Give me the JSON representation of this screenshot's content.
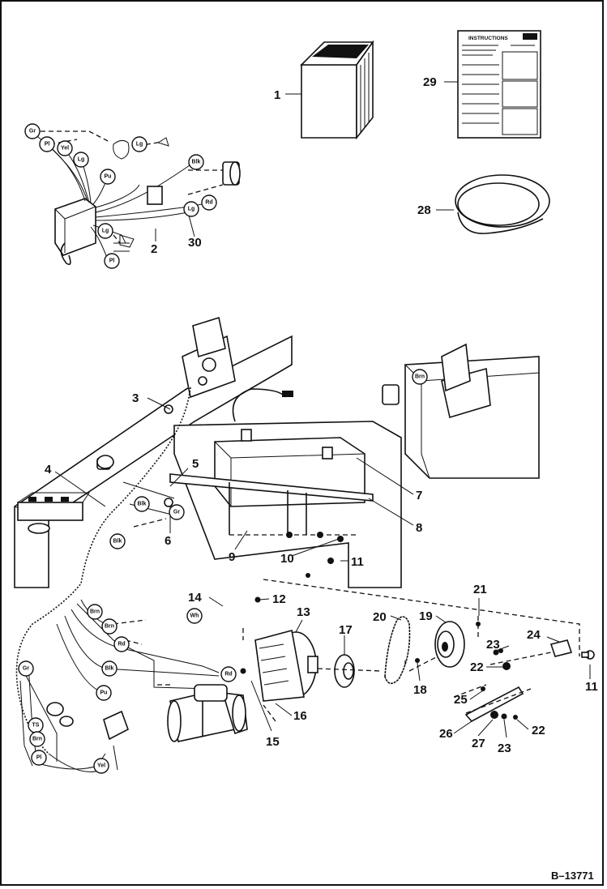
{
  "document_id": "B–13771",
  "instruction_sheet": {
    "heading": "INSTRUCTIONS"
  },
  "callouts": [
    {
      "n": "1",
      "id": "1"
    },
    {
      "n": "2",
      "id": "2"
    },
    {
      "n": "3",
      "id": "3"
    },
    {
      "n": "4",
      "id": "4"
    },
    {
      "n": "5",
      "id": "5"
    },
    {
      "n": "6",
      "id": "6"
    },
    {
      "n": "7",
      "id": "7"
    },
    {
      "n": "8",
      "id": "8"
    },
    {
      "n": "9",
      "id": "9"
    },
    {
      "n": "10",
      "id": "10"
    },
    {
      "n": "11",
      "id": "11a"
    },
    {
      "n": "12",
      "id": "12"
    },
    {
      "n": "13",
      "id": "13"
    },
    {
      "n": "14",
      "id": "14"
    },
    {
      "n": "15",
      "id": "15"
    },
    {
      "n": "16",
      "id": "16"
    },
    {
      "n": "17",
      "id": "17"
    },
    {
      "n": "18",
      "id": "18"
    },
    {
      "n": "19",
      "id": "19"
    },
    {
      "n": "20",
      "id": "20"
    },
    {
      "n": "21",
      "id": "21"
    },
    {
      "n": "22",
      "id": "22a"
    },
    {
      "n": "23",
      "id": "23a"
    },
    {
      "n": "24",
      "id": "24"
    },
    {
      "n": "11",
      "id": "11b"
    },
    {
      "n": "25",
      "id": "25"
    },
    {
      "n": "26",
      "id": "26"
    },
    {
      "n": "27",
      "id": "27"
    },
    {
      "n": "23",
      "id": "23b"
    },
    {
      "n": "22",
      "id": "22b"
    },
    {
      "n": "28",
      "id": "28"
    },
    {
      "n": "29",
      "id": "29"
    },
    {
      "n": "30",
      "id": "30"
    }
  ],
  "wire_labels": [
    {
      "t": "Gr",
      "id": "w1"
    },
    {
      "t": "Pl",
      "id": "w2"
    },
    {
      "t": "Yel",
      "id": "w3"
    },
    {
      "t": "Lg",
      "id": "w4"
    },
    {
      "t": "Pu",
      "id": "w5"
    },
    {
      "t": "Lg",
      "id": "w6"
    },
    {
      "t": "Blk",
      "id": "w7"
    },
    {
      "t": "Rd",
      "id": "w8"
    },
    {
      "t": "Lg",
      "id": "w9"
    },
    {
      "t": "Lg",
      "id": "w10"
    },
    {
      "t": "Pl",
      "id": "w11"
    },
    {
      "t": "Brn",
      "id": "w12"
    },
    {
      "t": "Blk",
      "id": "w13"
    },
    {
      "t": "Blk",
      "id": "w14"
    },
    {
      "t": "Gr",
      "id": "w15"
    },
    {
      "t": "Wh",
      "id": "w16"
    },
    {
      "t": "Brn",
      "id": "w17"
    },
    {
      "t": "Brn",
      "id": "w18"
    },
    {
      "t": "Rd",
      "id": "w19"
    },
    {
      "t": "Blk",
      "id": "w20"
    },
    {
      "t": "Pu",
      "id": "w21"
    },
    {
      "t": "Gr",
      "id": "w22"
    },
    {
      "t": "TS",
      "id": "w23"
    },
    {
      "t": "Brn",
      "id": "w24"
    },
    {
      "t": "Pl",
      "id": "w25"
    },
    {
      "t": "Yel",
      "id": "w26"
    },
    {
      "t": "Rd",
      "id": "w27"
    }
  ]
}
